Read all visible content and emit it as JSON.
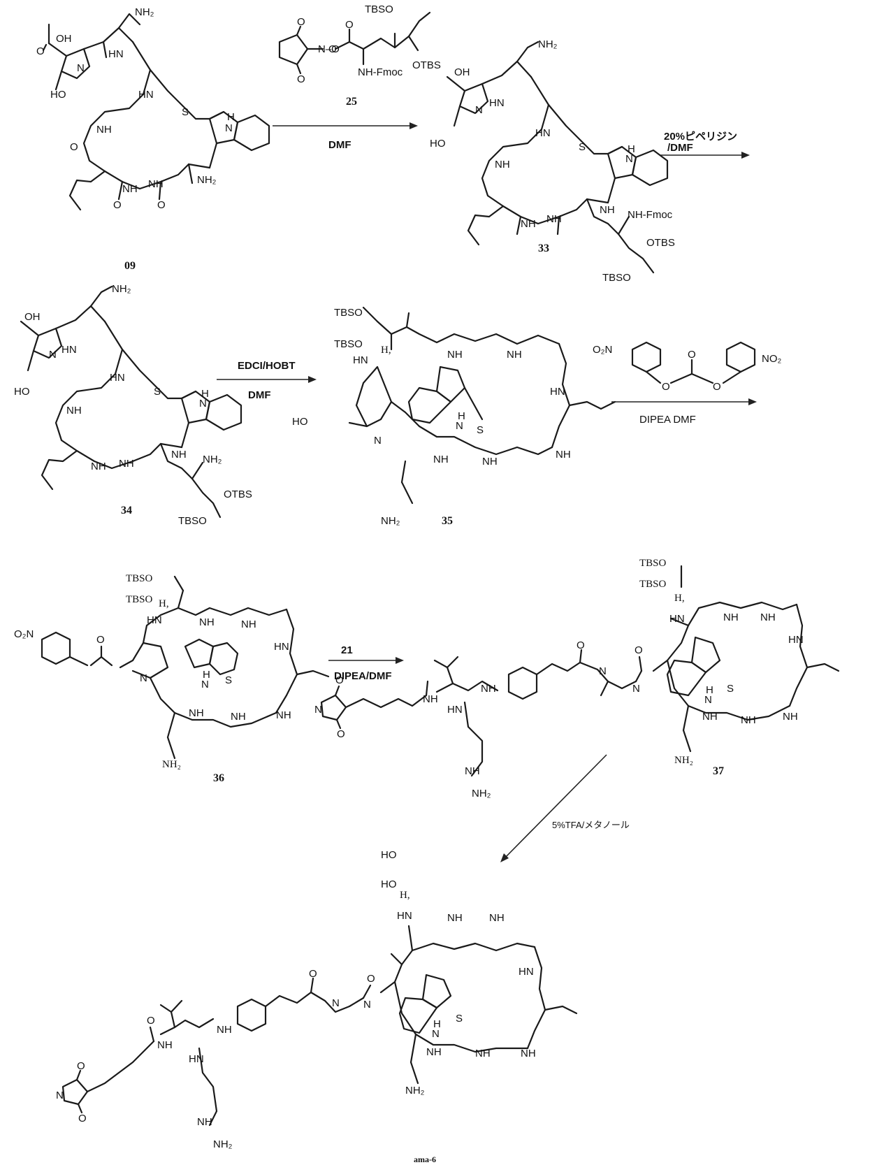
{
  "compounds": {
    "c09": "09",
    "c25": "25",
    "c33": "33",
    "c34": "34",
    "c35": "35",
    "c36": "36",
    "c37": "37",
    "ama6": "ama-6"
  },
  "conditions": {
    "step1": "DMF",
    "step2_line1": "20%ピペリジン",
    "step2_line2": "/DMF",
    "step3_line1": "EDCI/HOBT",
    "step3_line2": "DMF",
    "step4": "DIPEA  DMF",
    "step5_line1": "21",
    "step5_line2": "DIPEA/DMF",
    "step6": "5%TFA/メタノール"
  },
  "atom_labels": {
    "nh2": "NH₂",
    "nh2_sub": "NH₂",
    "oh": "OH",
    "ho": "HO",
    "nh": "NH",
    "hn": "HN",
    "n": "N",
    "h": "H",
    "s": "S",
    "o": "O",
    "tbso": "TBSO",
    "otbs": "OTBS",
    "nh_fmoc": "NH-Fmoc",
    "o2n": "O₂N",
    "no2": "NO₂",
    "n_o": "N–O",
    "h_ital": "H,"
  }
}
